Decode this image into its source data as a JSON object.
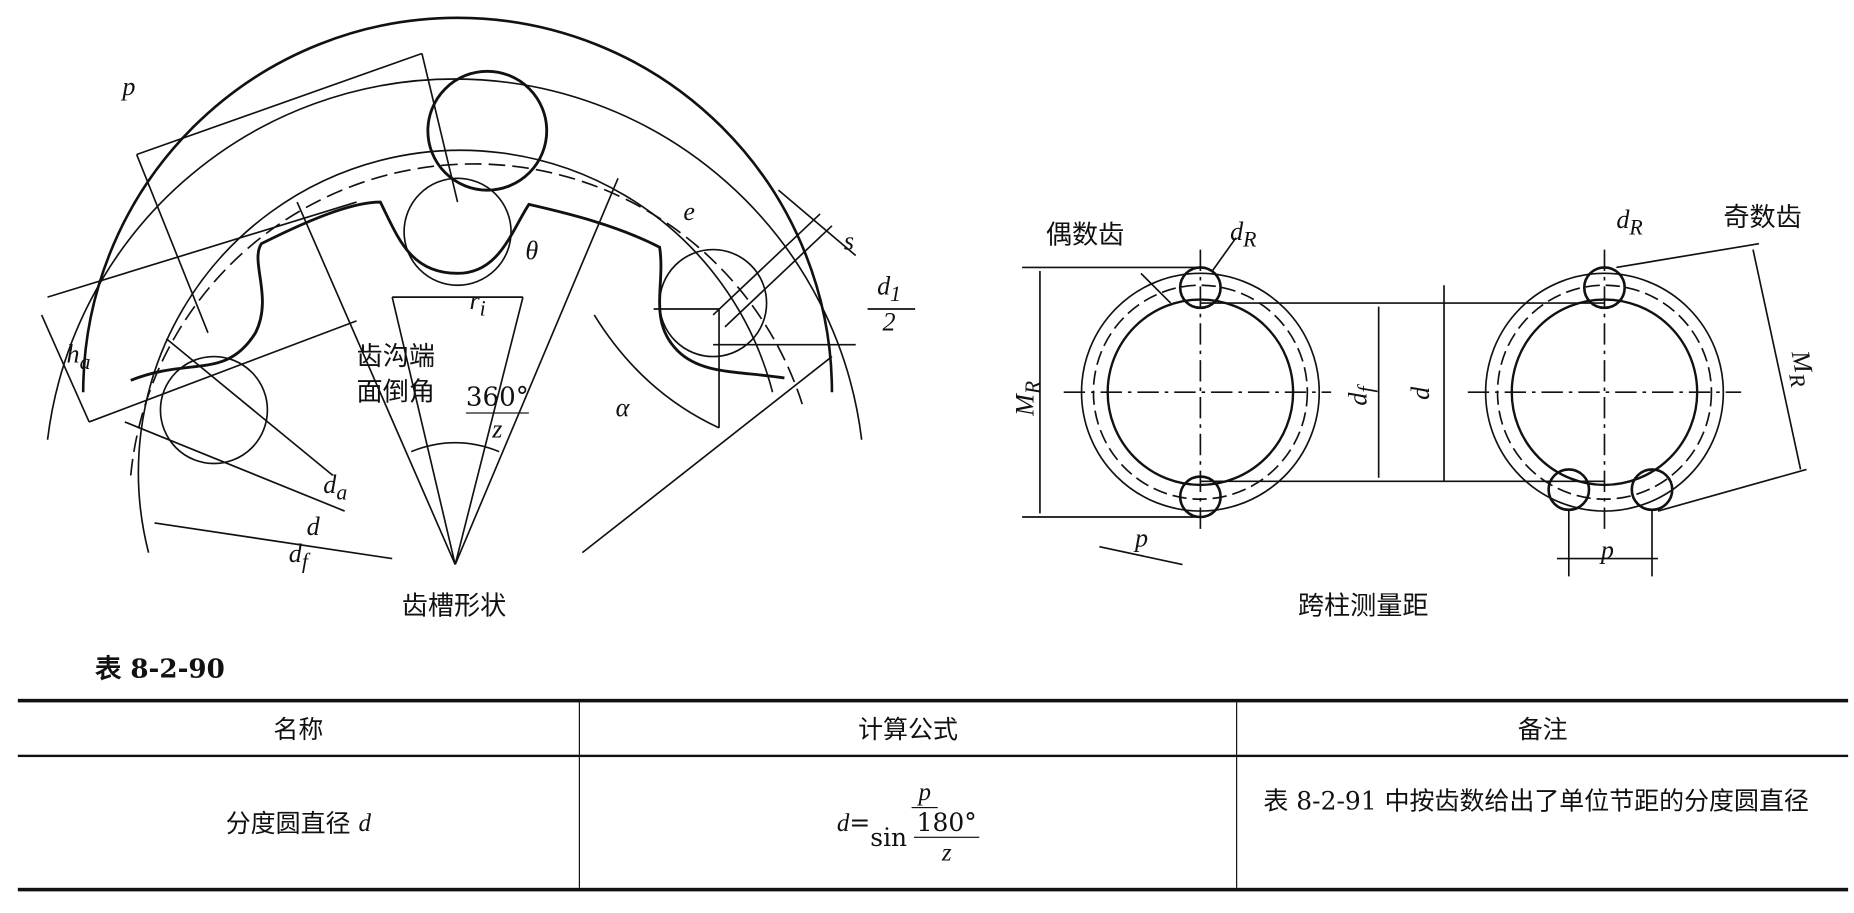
{
  "figure": {
    "left": {
      "caption": "齿槽形状",
      "labels": {
        "p": "p",
        "ha": "h",
        "ha_sub": "a",
        "ri": "r",
        "ri_sub": "i",
        "theta": "θ",
        "e": "e",
        "s": "s",
        "d1": "d",
        "d1_sub": "1",
        "half_den": "2",
        "alpha": "α",
        "chamfer_line1": "齿沟端",
        "chamfer_line2": "面倒角",
        "angle_num": "360°",
        "angle_den": "z",
        "da": "d",
        "da_sub": "a",
        "d": "d",
        "df": "d",
        "df_sub": "f"
      }
    },
    "right": {
      "caption": "跨柱测量距",
      "labels": {
        "even": "偶数齿",
        "odd": "奇数齿",
        "dR": "d",
        "dR_sub": "R",
        "MR": "M",
        "MR_sub": "R",
        "df": "d",
        "df_sub": "f",
        "d": "d",
        "p": "p"
      }
    }
  },
  "table": {
    "number": "表 8-2-90",
    "headers": [
      "名称",
      "计算公式",
      "备注"
    ],
    "rows": [
      {
        "name": "分度圆直径",
        "name_symbol": "d",
        "formula": {
          "lhs": "d",
          "eq": "=",
          "numerator": "p",
          "fn": "sin",
          "angle": "180°",
          "angle_den": "z"
        },
        "note": "表 8-2-91 中按齿数给出了单位节距的分度圆直径"
      }
    ]
  }
}
